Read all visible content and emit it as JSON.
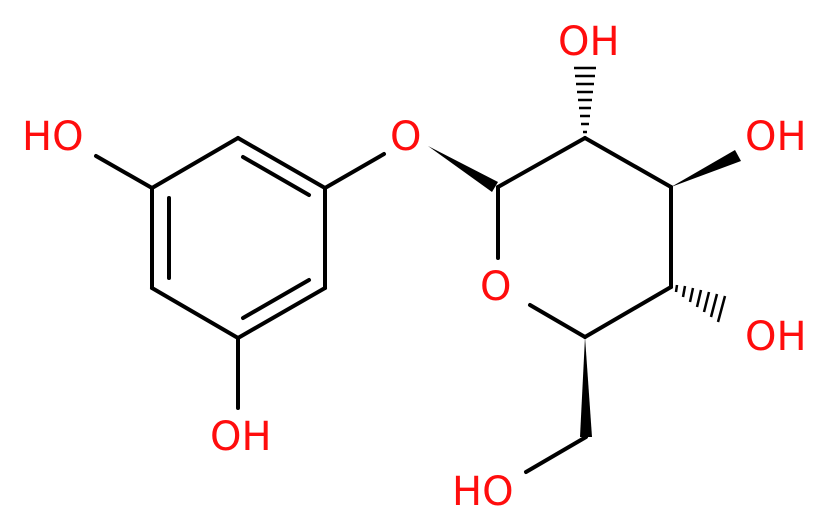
{
  "molecule": {
    "colors": {
      "bond": "#000000",
      "oxygen": "#ff0d0d"
    },
    "labels": {
      "oh_ring_top_left": "HO",
      "oh_ring_bottom": "OH",
      "o_glycosidic": "O",
      "o_pyranose": "O",
      "oh_c2": "OH",
      "oh_c3": "OH",
      "oh_c4": "OH",
      "oh_ch2": "HO"
    }
  }
}
